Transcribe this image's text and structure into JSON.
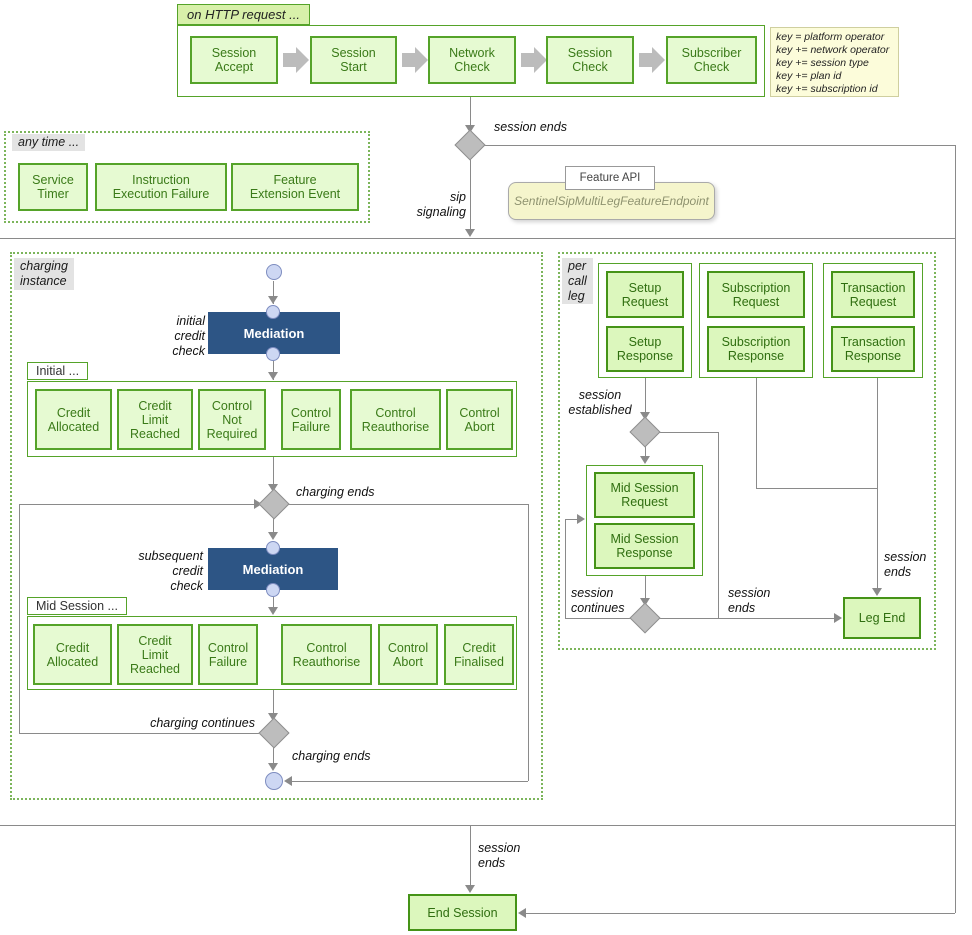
{
  "colors": {
    "box_fill": "#e6fad2",
    "box_border": "#55a329",
    "emphasis_fill": "#dcf7bd",
    "mediation_blue": "#2d5585",
    "note_yellow": "#fcfcda",
    "endpoint_yellow": "#f5f5cc",
    "gray_label": "#e3e3e3",
    "line_gray": "#8a8a8a",
    "diamond_gray": "#bdbdbd",
    "circle_lavender": "#cdd7f3"
  },
  "top_flow": {
    "header": "on HTTP request ...",
    "steps": [
      "Session\nAccept",
      "Session\nStart",
      "Network\nCheck",
      "Session\nCheck",
      "Subscriber\nCheck"
    ]
  },
  "key_note": {
    "lines": [
      "key = platform operator",
      "key += network operator",
      "key += session type",
      "key += plan id",
      "key += subscription id"
    ]
  },
  "any_time": {
    "header": "any time ...",
    "events": [
      "Service\nTimer",
      "Instruction\nExecution Failure",
      "Feature\nExtension Event"
    ]
  },
  "feature_api": {
    "tab": "Feature API",
    "endpoint": "SentinelSipMultiLegFeatureEndpoint"
  },
  "labels": {
    "session_ends_top": "session ends",
    "sip_signaling": "sip\nsignaling"
  },
  "charging": {
    "header": "charging\ninstance",
    "initial_note": "initial\ncredit\ncheck",
    "mediation": "Mediation",
    "initial": {
      "header": "Initial ...",
      "boxes": [
        "Credit\nAllocated",
        "Credit\nLimit\nReached",
        "Control\nNot\nRequired",
        "Control\nFailure",
        "Control\nReauthorise",
        "Control\nAbort"
      ]
    },
    "charging_ends": "charging ends",
    "subsequent_note": "subsequent\ncredit\ncheck",
    "mid": {
      "header": "Mid Session ...",
      "boxes": [
        "Credit\nAllocated",
        "Credit\nLimit\nReached",
        "Control\nFailure",
        "Control\nReauthorise",
        "Control\nAbort",
        "Credit\nFinalised"
      ]
    },
    "charging_continues": "charging continues",
    "charging_ends_final": "charging ends"
  },
  "per_leg": {
    "header": "per\ncall\nleg",
    "groups": [
      [
        "Setup\nRequest",
        "Setup\nResponse"
      ],
      [
        "Subscription\nRequest",
        "Subscription\nResponse"
      ],
      [
        "Transaction\nRequest",
        "Transaction\nResponse"
      ]
    ],
    "session_established": "session\nestablished",
    "mid_boxes": [
      "Mid Session\nRequest",
      "Mid Session\nResponse"
    ],
    "session_continues": "session\ncontinues",
    "session_ends_mid": "session\nends",
    "session_ends_right": "session\nends",
    "leg_end": "Leg End"
  },
  "bottom": {
    "session_ends": "session\nends",
    "end_session": "End Session"
  }
}
